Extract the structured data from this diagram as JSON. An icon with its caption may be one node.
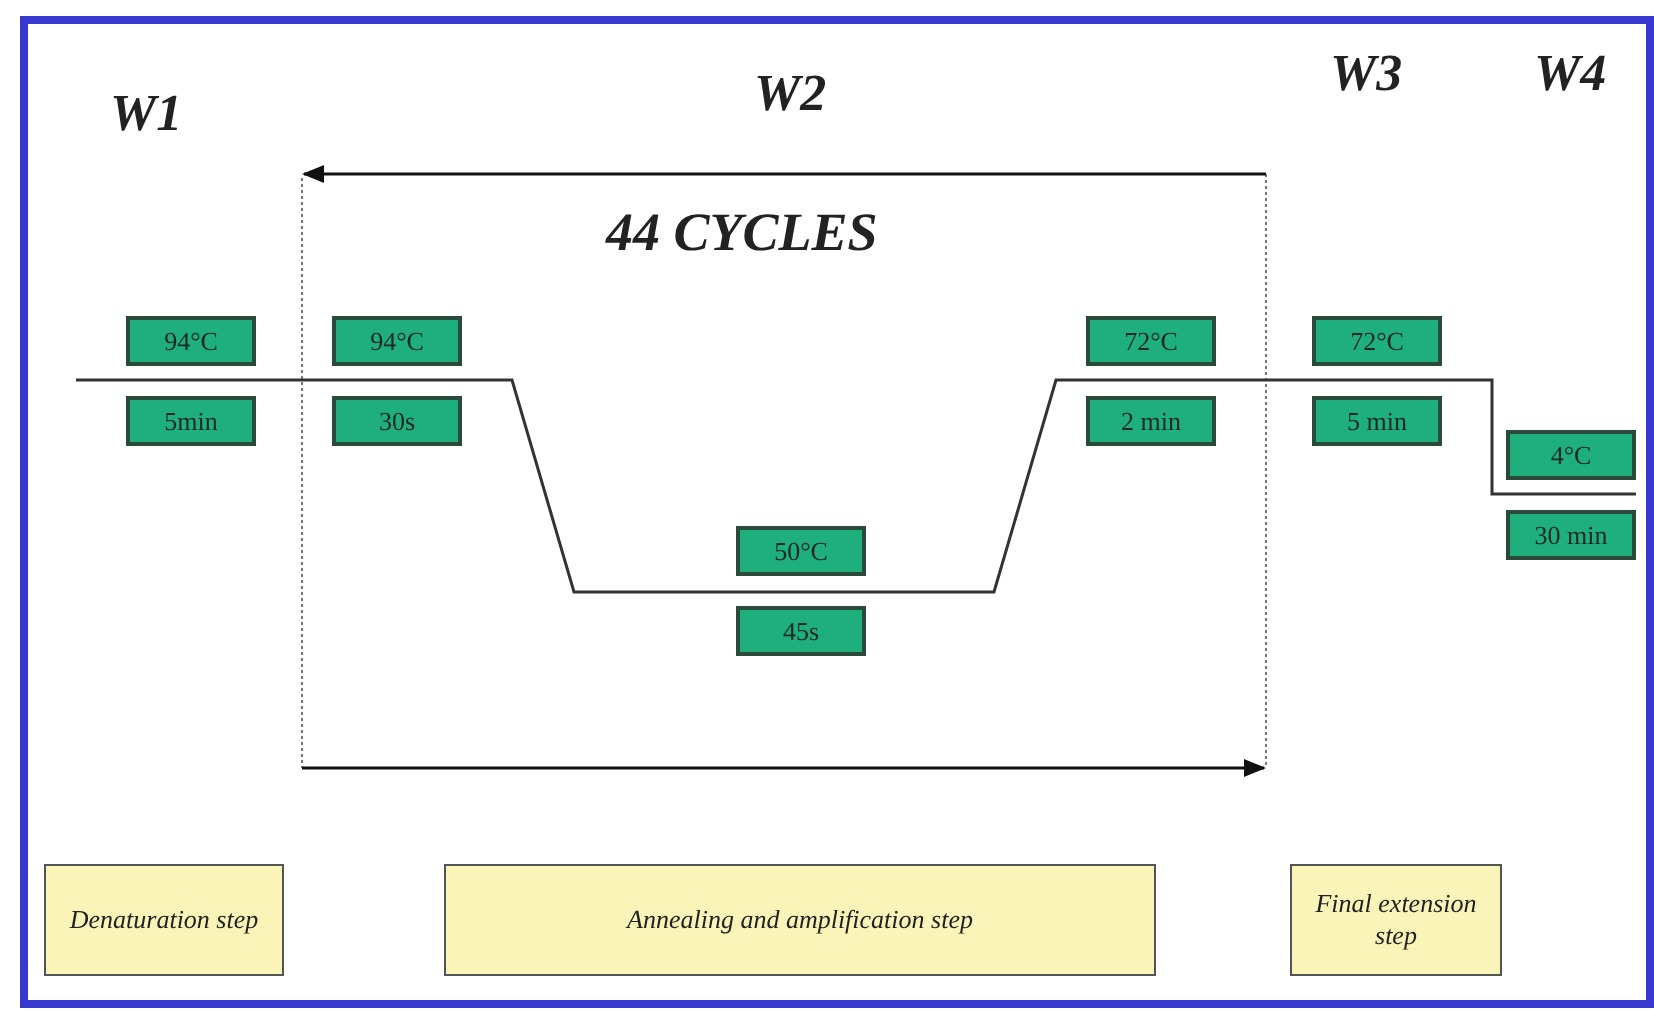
{
  "diagram": {
    "nodes": [
      {
        "text": [
          "94°C"
        ]
      },
      {
        "text": [
          "5min"
        ]
      },
      {
        "text": [
          "94°C"
        ]
      },
      {
        "text": [
          "30s"
        ]
      },
      {
        "text": [
          "50°C"
        ]
      },
      {
        "text": [
          "45s"
        ]
      },
      {
        "text": [
          "72°C"
        ]
      },
      {
        "text": [
          "2 min"
        ]
      },
      {
        "text": [
          "72°C"
        ]
      },
      {
        "text": [
          "5 min"
        ]
      },
      {
        "text": [
          "4°C"
        ]
      },
      {
        "text": [
          "30 min"
        ]
      },
      {
        "text": [
          "Denaturation step"
        ]
      },
      {
        "text": [
          "Annealing and amplification step"
        ]
      },
      {
        "text": [
          "Final extension step"
        ]
      }
    ],
    "labels": [
      "W1",
      "W2",
      "W3",
      "W4",
      "44 CYCLES"
    ]
  }
}
